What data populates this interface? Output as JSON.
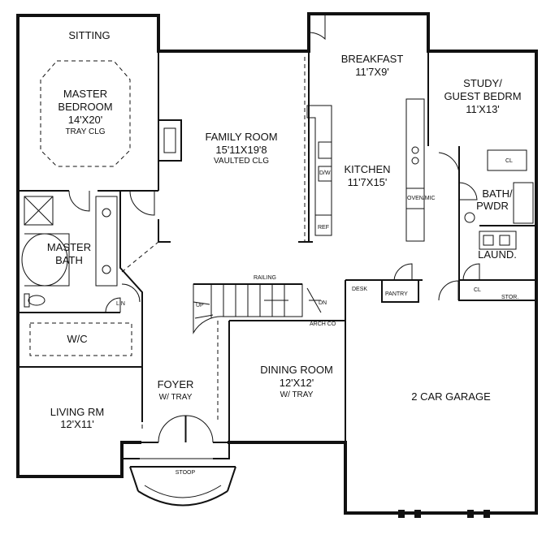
{
  "rooms": {
    "sitting": "SITTING",
    "master_bedroom": [
      "MASTER",
      "BEDROOM",
      "14'X20'",
      "TRAY CLG"
    ],
    "family_room": [
      "FAMILY ROOM",
      "15'11X19'8",
      "VAULTED CLG"
    ],
    "breakfast": [
      "BREAKFAST",
      "11'7X9'"
    ],
    "study": [
      "STUDY/",
      "GUEST BEDRM",
      "11'X13'"
    ],
    "kitchen": [
      "KITCHEN",
      "11'7X15'"
    ],
    "bath_pwdr": [
      "BATH/",
      "PWDR"
    ],
    "laundry": "LAUND.",
    "master_bath": [
      "MASTER",
      "BATH"
    ],
    "wc": "W/C",
    "living_rm": [
      "LIVING RM",
      "12'X11'"
    ],
    "foyer": [
      "FOYER",
      "W/ TRAY"
    ],
    "dining_room": [
      "DINING ROOM",
      "12'X12'",
      "W/ TRAY"
    ],
    "garage": "2  CAR GARAGE",
    "stoop": "STOOP"
  },
  "small_labels": {
    "lin": "LIN",
    "desk": "DESK",
    "pantry": "PANTRY",
    "cl1": "CL",
    "cl2": "CL",
    "stor": "STOR.",
    "railing": "RAILING",
    "arch_co": "ARCH CO",
    "dw": "D/W",
    "ref": "REF",
    "oven": "OVEN/MIC",
    "up": "UP",
    "dn": "DN"
  }
}
